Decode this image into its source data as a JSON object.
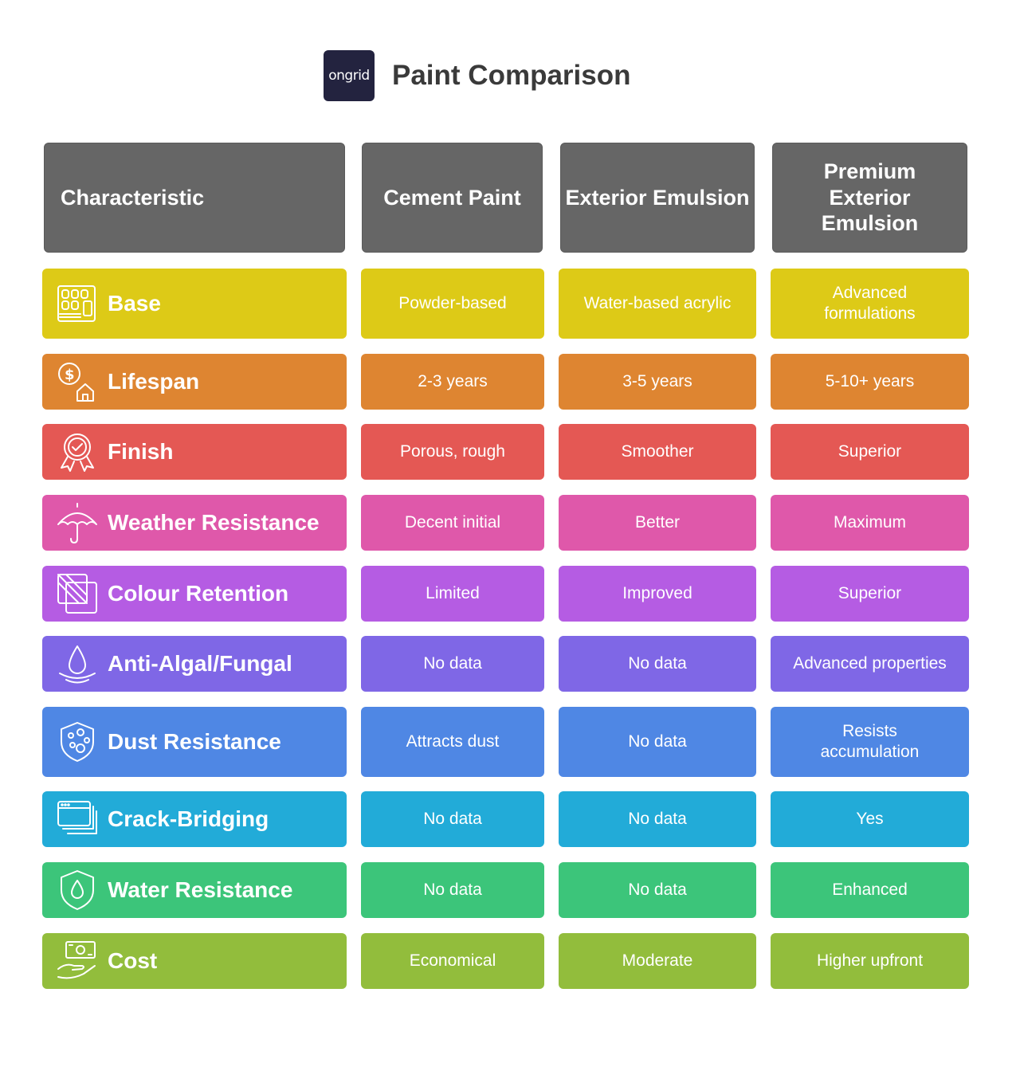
{
  "logo": {
    "text": "ongrid",
    "bg_color": "#23233f"
  },
  "title": "Paint Comparison",
  "header": {
    "characteristic": "Characteristic",
    "columns": [
      "Cement Paint",
      "Exterior Emulsion",
      "Premium Exterior Emulsion"
    ]
  },
  "rows": [
    {
      "label": "Base",
      "icon": "paint-swatch-card-icon",
      "color": "#ddca17",
      "values": [
        "Powder-based",
        "Water-based acrylic",
        "Advanced formulations"
      ]
    },
    {
      "label": "Lifespan",
      "icon": "dollar-house-icon",
      "color": "#de8531",
      "values": [
        "2-3 years",
        "3-5 years",
        "5-10+ years"
      ]
    },
    {
      "label": "Finish",
      "icon": "award-badge-icon",
      "color": "#e45854",
      "values": [
        "Porous, rough",
        "Smoother",
        "Superior"
      ]
    },
    {
      "label": "Weather Resistance",
      "icon": "umbrella-icon",
      "color": "#df58aa",
      "values": [
        "Decent initial",
        "Better",
        "Maximum"
      ]
    },
    {
      "label": "Colour Retention",
      "icon": "colour-swatch-icon",
      "color": "#b55ce3",
      "values": [
        "Limited",
        "Improved",
        "Superior"
      ]
    },
    {
      "label": "Anti-Algal/Fungal",
      "icon": "water-drop-icon",
      "color": "#7f67e6",
      "values": [
        "No data",
        "No data",
        "Advanced properties"
      ]
    },
    {
      "label": "Dust Resistance",
      "icon": "dust-shield-icon",
      "color": "#4f87e4",
      "values": [
        "Attracts dust",
        "No data",
        "Resists accumulation"
      ]
    },
    {
      "label": "Crack-Bridging",
      "icon": "stacked-windows-icon",
      "color": "#22abd8",
      "values": [
        "No data",
        "No data",
        "Yes"
      ]
    },
    {
      "label": "Water Resistance",
      "icon": "water-shield-icon",
      "color": "#3cc57a",
      "values": [
        "No data",
        "No data",
        "Enhanced"
      ]
    },
    {
      "label": "Cost",
      "icon": "money-hand-icon",
      "color": "#92bd3c",
      "values": [
        "Economical",
        "Moderate",
        "Higher upfront"
      ]
    }
  ]
}
